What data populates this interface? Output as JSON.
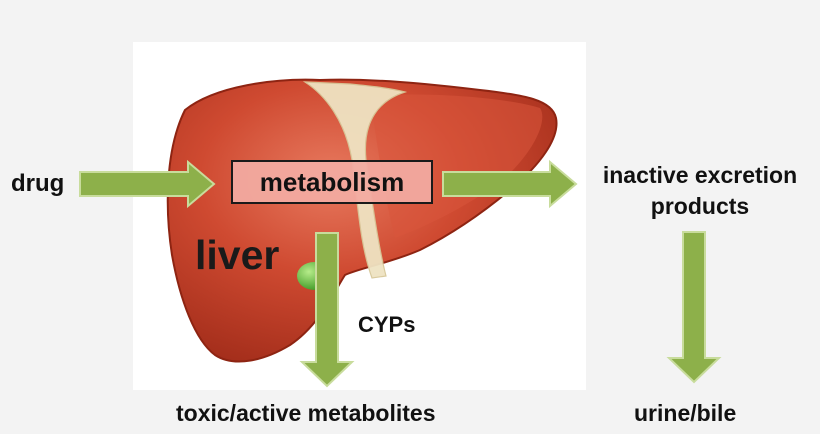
{
  "labels": {
    "drug": "drug",
    "metabolism": "metabolism",
    "liver": "liver",
    "cyps": "CYPs",
    "toxic_active": "toxic/active metabolites",
    "inactive_line1": "inactive excretion",
    "inactive_line2": "products",
    "urine_bile": "urine/bile"
  },
  "colors": {
    "arrow_fill": "#8db04a",
    "arrow_stroke": "#c8dc9c",
    "liver_main": "#c8412c",
    "liver_light": "#e0664d",
    "liver_dark": "#9e2a18",
    "ligament": "#efe3c2",
    "gallbladder": "#5fbb3b",
    "metabolism_box": "#f2aaa0"
  }
}
